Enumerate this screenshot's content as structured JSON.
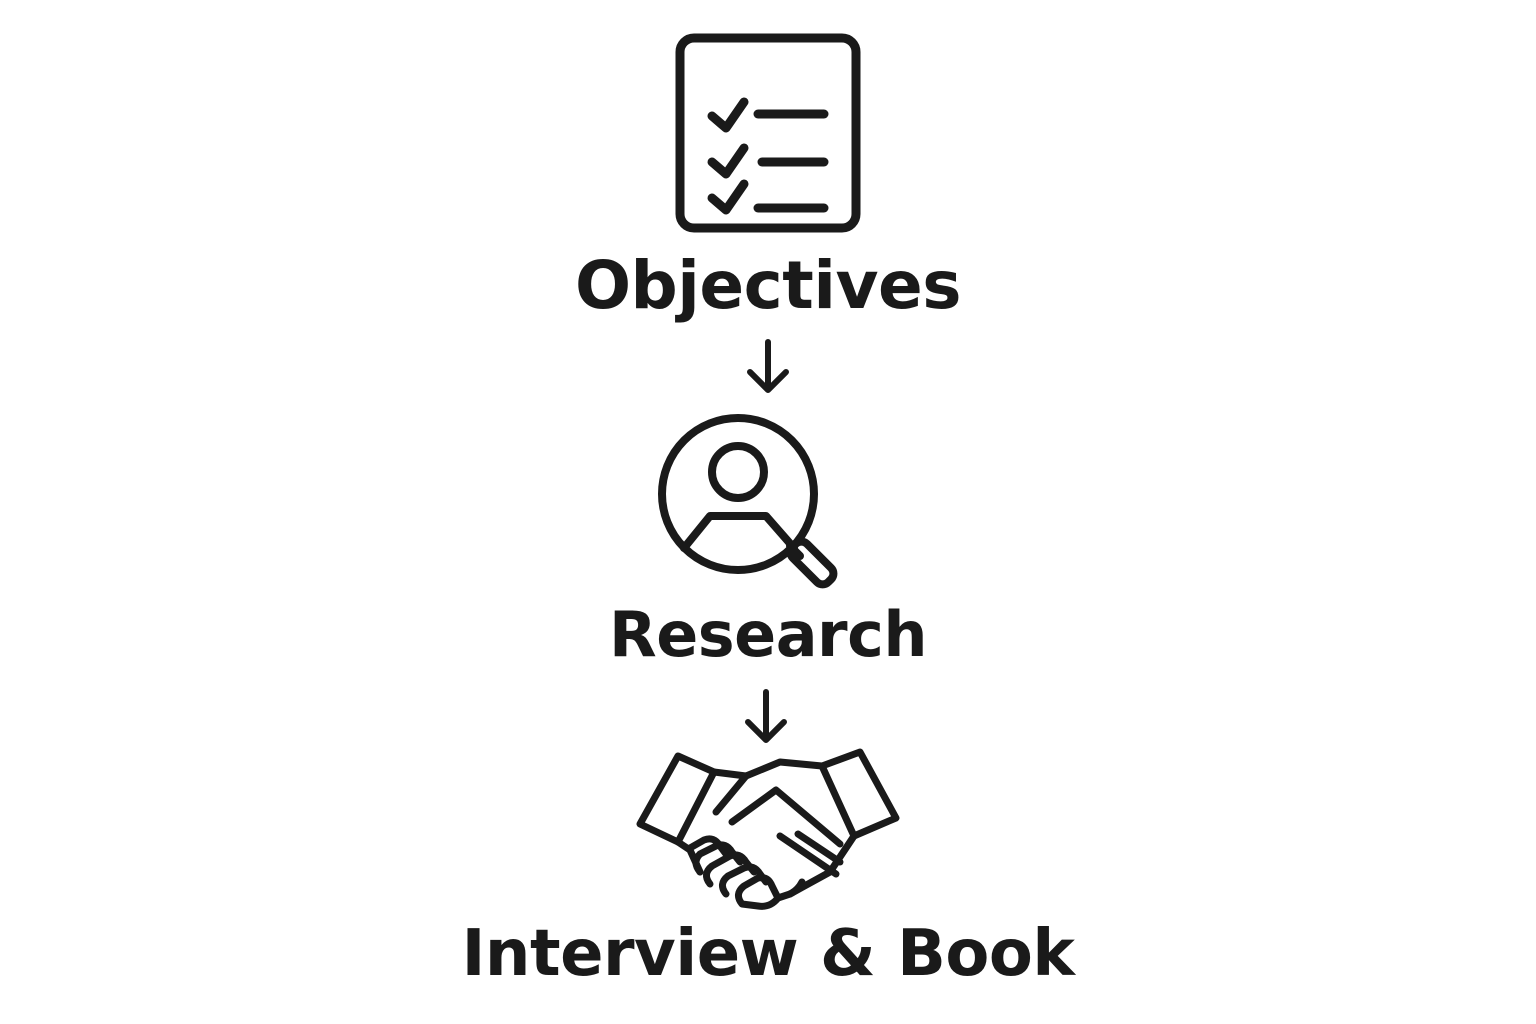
{
  "steps": [
    {
      "label": "Objectives",
      "icon": "checklist-icon"
    },
    {
      "label": "Research",
      "icon": "person-search-icon"
    },
    {
      "label": "Interview & Book",
      "icon": "handshake-icon"
    }
  ],
  "colors": {
    "ink": "#1a1a1a",
    "background": "#ffffff"
  }
}
